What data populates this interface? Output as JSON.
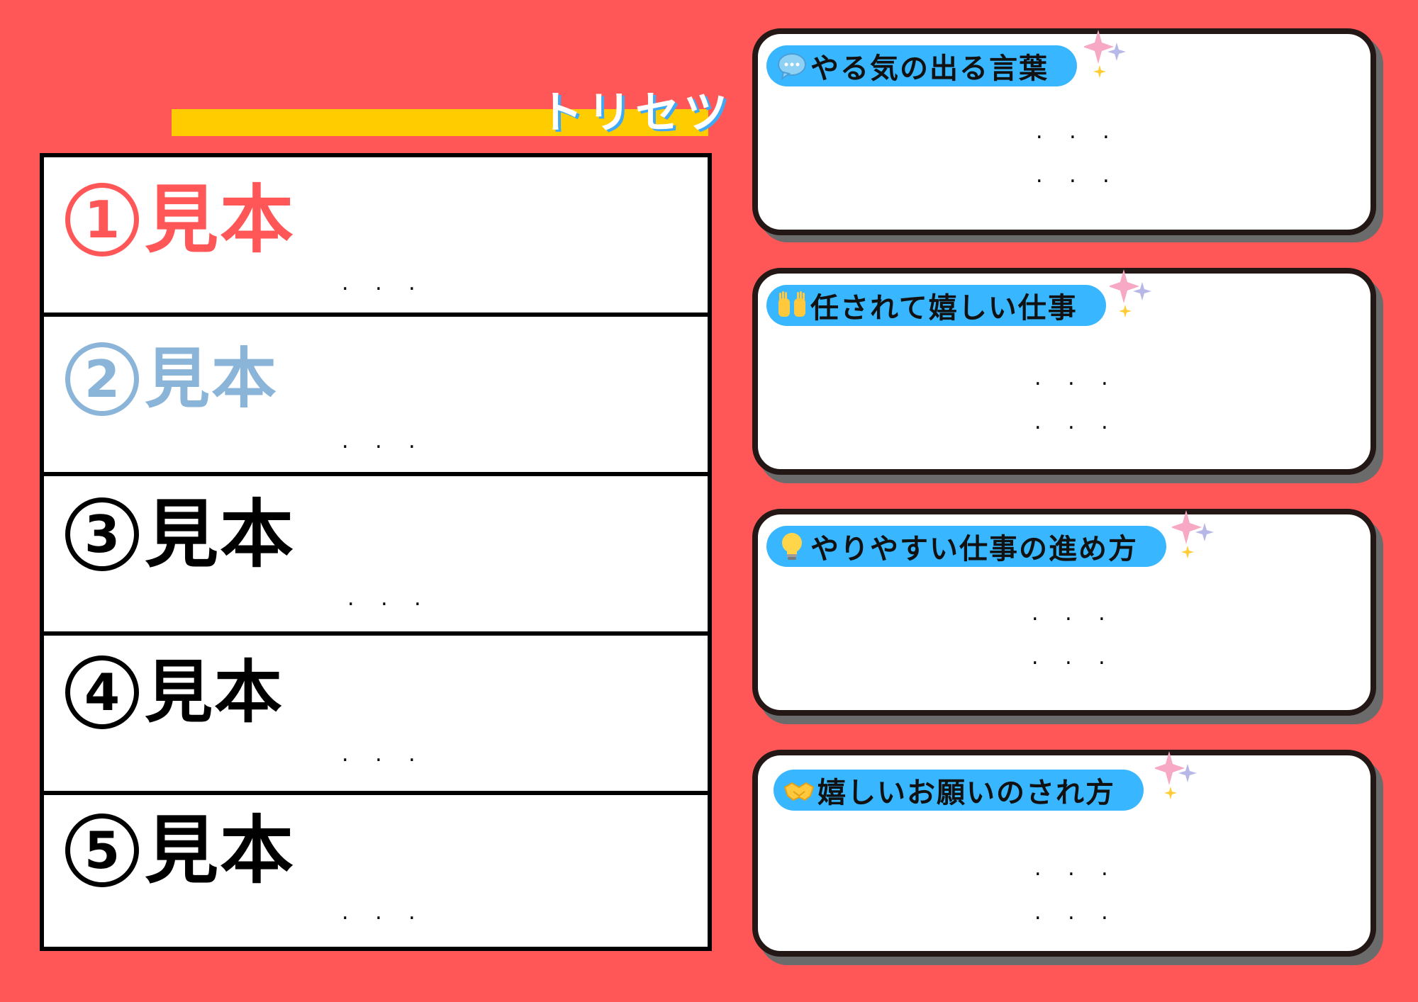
{
  "title": "トリセツ",
  "items": [
    {
      "num": "1",
      "label": "見本",
      "dots": ". . .",
      "color": "#ff5757"
    },
    {
      "num": "2",
      "label": "見本",
      "dots": ". . .",
      "color": "#8ab4d8"
    },
    {
      "num": "3",
      "label": "見本",
      "dots": ". . .",
      "color": "#000000"
    },
    {
      "num": "4",
      "label": "見本",
      "dots": ". . .",
      "color": "#000000"
    },
    {
      "num": "5",
      "label": "見本",
      "dots": ". . .",
      "color": "#000000"
    }
  ],
  "cards": [
    {
      "icon": "speech-bubble-icon",
      "heading": "やる気の出る言葉",
      "line1": ". . .",
      "line2": ". . ."
    },
    {
      "icon": "raised-hands-icon",
      "heading": "任されて嬉しい仕事",
      "line1": ". . .",
      "line2": ". . ."
    },
    {
      "icon": "light-bulb-icon",
      "heading": "やりやすい仕事の進め方",
      "line1": ". . .",
      "line2": ". . ."
    },
    {
      "icon": "handshake-icon",
      "heading": "嬉しいお願いのされ方",
      "line1": ". . .",
      "line2": ". . ."
    }
  ],
  "colors": {
    "background": "#ff5757",
    "title_bar": "#ffcc00",
    "pill": "#38b6ff",
    "card_border": "#231815"
  }
}
